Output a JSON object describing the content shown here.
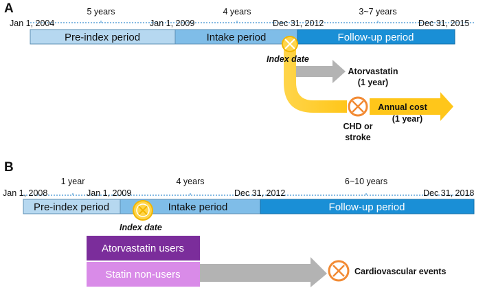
{
  "panel_a": {
    "label": "A",
    "dates": [
      "Jan 1, 2004",
      "Jan 1, 2009",
      "Dec 31, 2012",
      "Dec 31, 2015"
    ],
    "spans": [
      "5 years",
      "4 years",
      "3~7 years"
    ],
    "periods": [
      "Pre-index period",
      "Intake period",
      "Follow-up period"
    ],
    "index_label": "Index date",
    "outcome_top_1": "Atorvastatin",
    "outcome_top_2": "(1 year)",
    "event_1": "CHD or",
    "event_2": "stroke",
    "cost_1": "Annual cost",
    "cost_2": "(1 year)"
  },
  "panel_b": {
    "label": "B",
    "dates": [
      "Jan 1, 2008",
      "Jan 1, 2009",
      "Dec 31, 2012",
      "Dec 31, 2018"
    ],
    "spans": [
      "1 year",
      "4 years",
      "6~10 years"
    ],
    "periods": [
      "Pre-index period",
      "Intake period",
      "Follow-up period"
    ],
    "index_label": "Index date",
    "group_1": "Atorvastatin users",
    "group_2": "Statin non-users",
    "outcome": "Cardiovascular events"
  },
  "colors": {
    "pre_index": "#b6d8f0",
    "intake": "#7fbde8",
    "follow_up": "#1a8fd6",
    "index_marker": "#ffd54a",
    "event_marker": "#f28a33",
    "atorvastatin_users": "#7b2d9b",
    "statin_non_users": "#d98be8",
    "arrow_gray": "#b3b3b3"
  }
}
